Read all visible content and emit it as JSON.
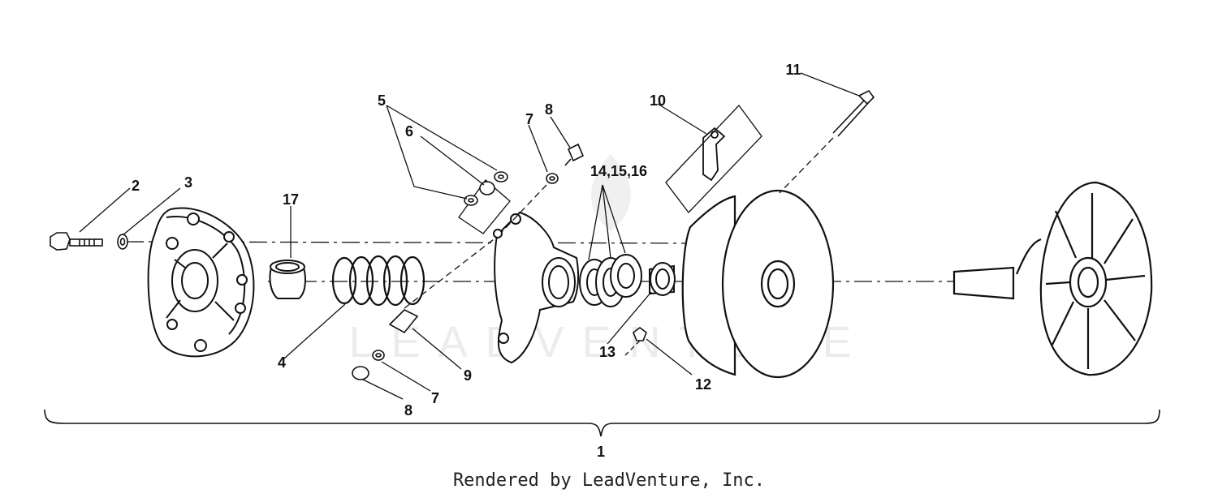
{
  "diagram": {
    "callouts": {
      "c1": "1",
      "c2": "2",
      "c3": "3",
      "c4": "4",
      "c5": "5",
      "c6": "6",
      "c7a": "7",
      "c7b": "7",
      "c8a": "8",
      "c8b": "8",
      "c9": "9",
      "c10": "10",
      "c11": "11",
      "c12": "12",
      "c13": "13",
      "c14": "14,15,16",
      "c17": "17"
    },
    "watermark": "LEADVENTURE"
  },
  "footer": {
    "rendered_by": "Rendered by LeadVenture, Inc."
  }
}
